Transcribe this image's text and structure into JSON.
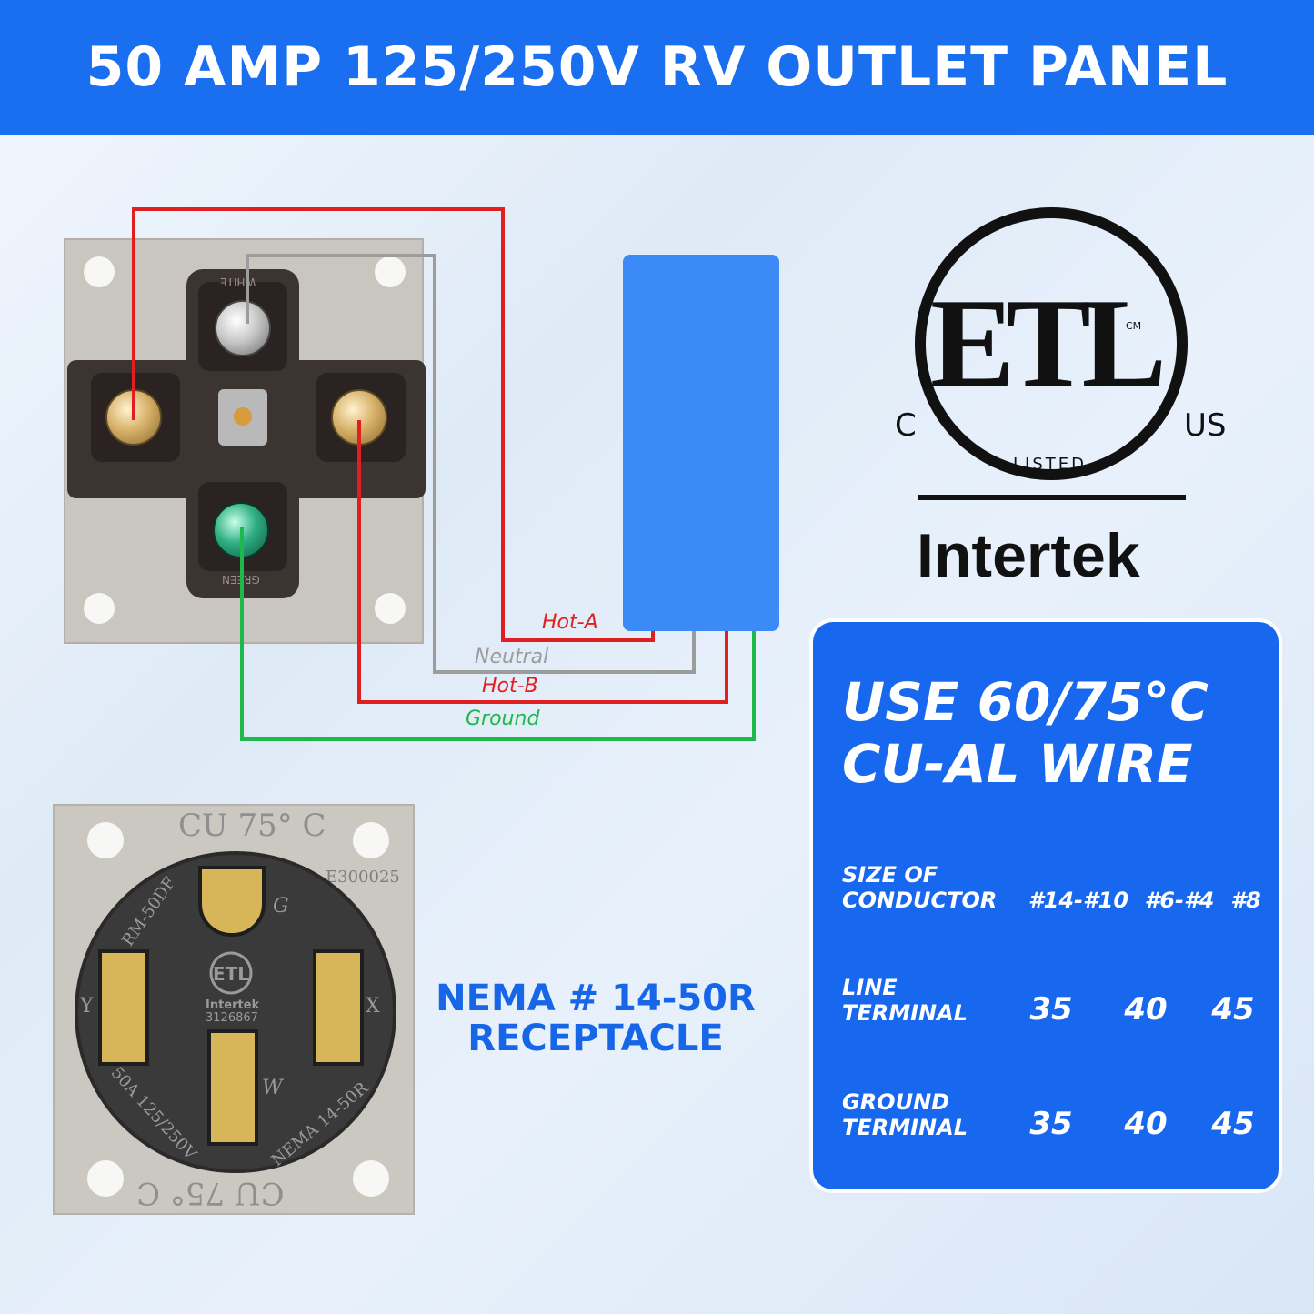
{
  "banner": {
    "title": "50 AMP 125/250V RV OUTLET PANEL"
  },
  "back_view": {
    "terminal_top_marking": "WHITE",
    "terminal_bottom_marking": "GREEN"
  },
  "wires": [
    {
      "label": "Hot-A",
      "color": "#e02020"
    },
    {
      "label": "Neutral",
      "color": "#9c9c9c"
    },
    {
      "label": "Hot-B",
      "color": "#e02020"
    },
    {
      "label": "Ground",
      "color": "#1fb84a"
    }
  ],
  "front_view": {
    "top_marking": "CU 75° C",
    "bottom_marking": "CU 75° C",
    "model": "RM-50DF",
    "code": "E300025",
    "rating": "50A 125/250V",
    "nema_marking": "NEMA 14-50R",
    "slot_g": "G",
    "slot_x": "X",
    "slot_y": "Y",
    "slot_w": "W",
    "center_intertek": "Intertek",
    "center_number": "3126867"
  },
  "receptacle": {
    "line1": "NEMA # 14-50R",
    "line2": "RECEPTACLE"
  },
  "certification": {
    "mark": "ETL",
    "left": "C",
    "right": "US",
    "cm": "CM",
    "listed": "LISTED",
    "company": "Intertek"
  },
  "spec": {
    "heading_line1": "USE 60/75°C",
    "heading_line2": "CU-AL WIRE",
    "size_label_1": "SIZE OF",
    "size_label_2": "CONDUCTOR",
    "sizes": [
      "#14-#10",
      "#6-#4",
      "#8"
    ],
    "line_label_1": "LINE",
    "line_label_2": "TERMINAL",
    "line_values": [
      "35",
      "40",
      "45"
    ],
    "ground_label_1": "GROUND",
    "ground_label_2": "TERMINAL",
    "ground_values": [
      "35",
      "40",
      "45"
    ]
  },
  "colors": {
    "banner": "#1a6ff0",
    "panel": "#1868ef",
    "accent_text": "#1766e8",
    "hot": "#e02020",
    "neutral": "#9c9c9c",
    "ground": "#1fb84a"
  }
}
